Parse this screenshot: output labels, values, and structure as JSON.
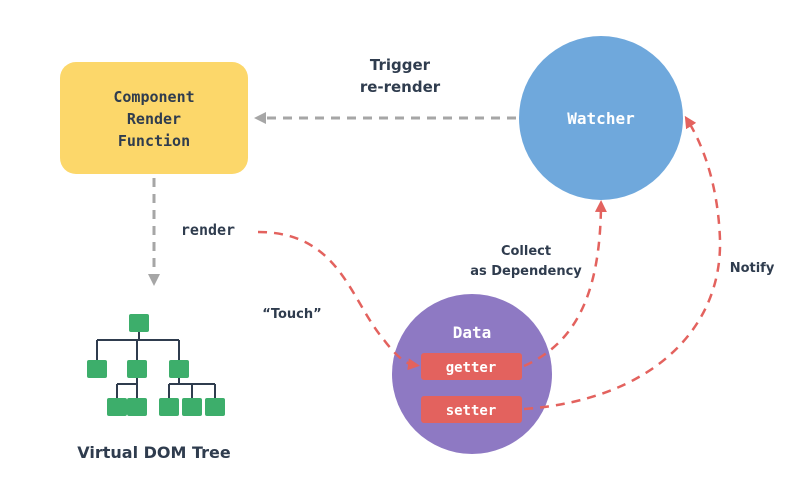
{
  "component": {
    "title_lines": [
      "Component",
      "Render",
      "Function"
    ],
    "fill": "#FCD76A"
  },
  "watcher": {
    "label": "Watcher",
    "fill": "#6FA8DC"
  },
  "data_node": {
    "label": "Data",
    "fill": "#8E79C3",
    "getter_label": "getter",
    "setter_label": "setter",
    "pill_fill": "#E3625E"
  },
  "edges": {
    "trigger_label_lines": [
      "Trigger",
      "re-render"
    ],
    "render_label": "render",
    "touch_label": "“Touch”",
    "collect_label_lines": [
      "Collect",
      "as Dependency"
    ],
    "notify_label": "Notify"
  },
  "vdom": {
    "caption": "Virtual DOM Tree",
    "node_color": "#3DAE6B"
  },
  "colors": {
    "text_dark": "#2F3C4E",
    "arrow_gray": "#A6A6A6",
    "arrow_red": "#E3625E",
    "text_white": "#FFFFFF"
  }
}
